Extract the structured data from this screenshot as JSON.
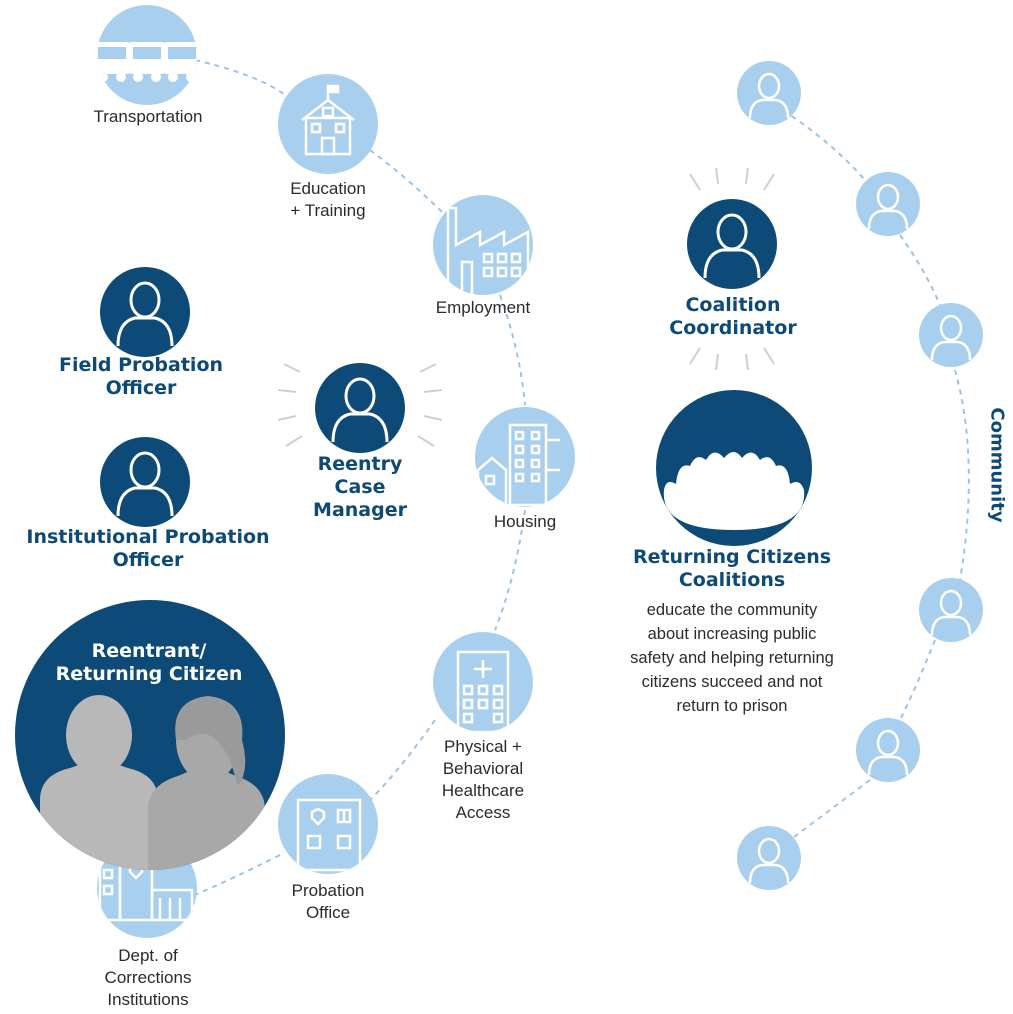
{
  "colors": {
    "dark_blue": "#0e4a78",
    "light_blue": "#a9cfee",
    "icon_white": "#ffffff",
    "dash": "#9cc3e4",
    "gray_person": "#b8b8b8",
    "ray": "#cfcfcf"
  },
  "services": {
    "transportation": {
      "label": "Transportation",
      "icon": "bus-icon"
    },
    "education": {
      "line1": "Education",
      "line2": "+ Training",
      "icon": "school-icon"
    },
    "employment": {
      "label": "Employment",
      "icon": "factory-icon"
    },
    "housing": {
      "label": "Housing",
      "icon": "apartment-icon"
    },
    "healthcare": {
      "line1": "Physical +",
      "line2": "Behavioral",
      "line3": "Healthcare",
      "line4": "Access",
      "icon": "hospital-icon"
    },
    "probation_office": {
      "line1": "Probation",
      "line2": "Office",
      "icon": "office-building-icon"
    },
    "corrections": {
      "line1": "Dept. of",
      "line2": "Corrections",
      "line3": "Institutions",
      "icon": "corrections-building-icon"
    }
  },
  "roles": {
    "field_probation": {
      "line1": "Field Probation",
      "line2": "Officer"
    },
    "institutional_probation": {
      "line1": "Institutional Probation",
      "line2": "Officer"
    },
    "reentry_case_manager": {
      "line1": "Reentry",
      "line2": "Case",
      "line3": "Manager"
    },
    "coalition_coordinator": {
      "line1": "Coalition",
      "line2": "Coordinator"
    },
    "reentrant": {
      "line1": "Reentrant/",
      "line2": "Returning Citizen"
    }
  },
  "coalitions": {
    "title1": "Returning Citizens",
    "title2": "Coalitions",
    "body": [
      "educate the community",
      "about increasing public",
      "safety and helping returning",
      "citizens succeed and not",
      "return to prison"
    ]
  },
  "community": {
    "label": "Community"
  }
}
